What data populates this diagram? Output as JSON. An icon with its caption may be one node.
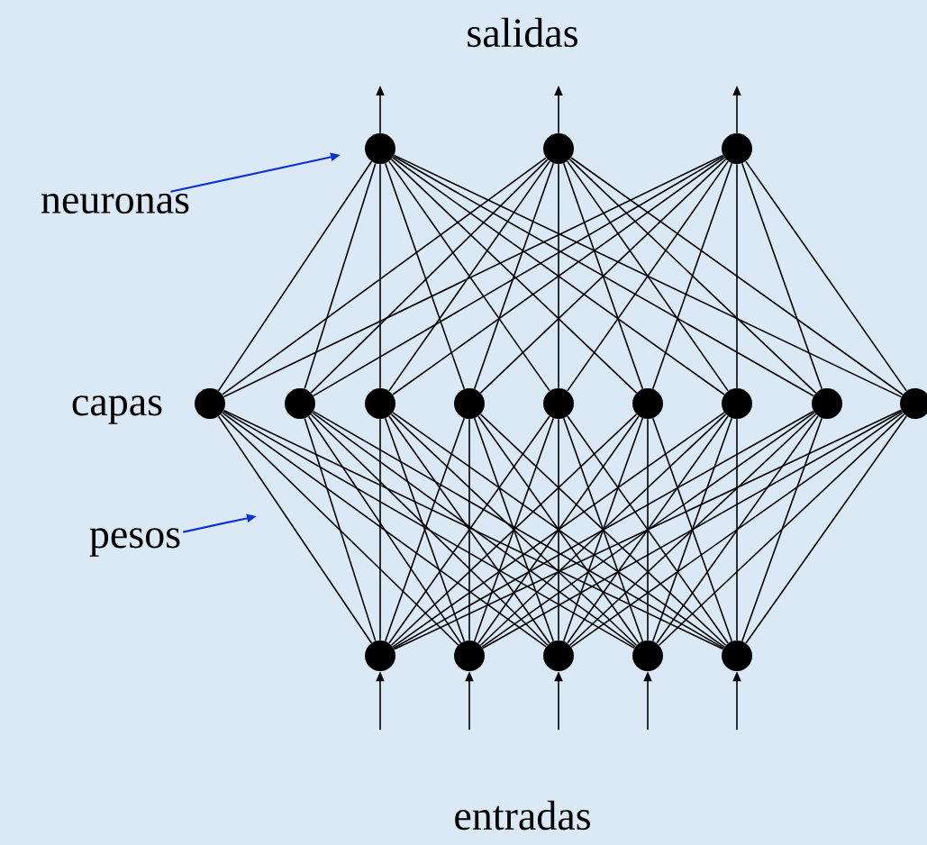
{
  "diagram": {
    "nodes": [
      {
        "text": [
          "neuronas"
        ]
      },
      {
        "text": [
          "pesos"
        ]
      },
      {
        "text": [],
        "shape": "circle"
      },
      {
        "text": [],
        "shape": "circle"
      },
      {
        "text": [],
        "shape": "circle"
      },
      {
        "text": [],
        "shape": "circle"
      },
      {
        "text": [],
        "shape": "circle"
      },
      {
        "text": [],
        "shape": "circle"
      },
      {
        "text": [],
        "shape": "circle"
      },
      {
        "text": [],
        "shape": "circle"
      },
      {
        "text": [],
        "shape": "circle"
      },
      {
        "text": [],
        "shape": "circle"
      },
      {
        "text": [],
        "shape": "circle"
      },
      {
        "text": [],
        "shape": "circle"
      },
      {
        "text": [],
        "shape": "circle"
      },
      {
        "text": [],
        "shape": "circle"
      },
      {
        "text": [],
        "shape": "circle"
      },
      {
        "text": [],
        "shape": "circle"
      },
      {
        "text": [],
        "shape": "circle"
      }
    ],
    "edges": [
      {
        "from": 0,
        "to": null,
        "arrow": "to",
        "color": "#0a32d2"
      },
      {
        "from": 1,
        "to": null,
        "arrow": "to",
        "color": "#0a32d2"
      },
      {
        "from": 2,
        "to": null,
        "arrow": "to"
      },
      {
        "from": 3,
        "to": null,
        "arrow": "to"
      },
      {
        "from": 4,
        "to": null,
        "arrow": "to"
      },
      {
        "from": null,
        "to": 14,
        "arrow": "to"
      },
      {
        "from": null,
        "to": 15,
        "arrow": "to"
      },
      {
        "from": null,
        "to": 16,
        "arrow": "to"
      },
      {
        "from": null,
        "to": 17,
        "arrow": "to"
      },
      {
        "from": null,
        "to": 18,
        "arrow": "to"
      },
      {
        "from": 5,
        "to": 2,
        "arrow": "none"
      },
      {
        "from": 6,
        "to": 2,
        "arrow": "none"
      },
      {
        "from": 7,
        "to": 2,
        "arrow": "none"
      },
      {
        "from": 8,
        "to": 2,
        "arrow": "none"
      },
      {
        "from": 9,
        "to": 2,
        "arrow": "none"
      },
      {
        "from": 10,
        "to": 2,
        "arrow": "none"
      },
      {
        "from": 11,
        "to": 2,
        "arrow": "none"
      },
      {
        "from": 12,
        "to": 2,
        "arrow": "none"
      },
      {
        "from": 13,
        "to": 2,
        "arrow": "none"
      },
      {
        "from": 5,
        "to": 3,
        "arrow": "none"
      },
      {
        "from": 6,
        "to": 3,
        "arrow": "none"
      },
      {
        "from": 7,
        "to": 3,
        "arrow": "none"
      },
      {
        "from": 8,
        "to": 3,
        "arrow": "none"
      },
      {
        "from": 9,
        "to": 3,
        "arrow": "none"
      },
      {
        "from": 10,
        "to": 3,
        "arrow": "none"
      },
      {
        "from": 11,
        "to": 3,
        "arrow": "none"
      },
      {
        "from": 12,
        "to": 3,
        "arrow": "none"
      },
      {
        "from": 13,
        "to": 3,
        "arrow": "none"
      },
      {
        "from": 5,
        "to": 4,
        "arrow": "none"
      },
      {
        "from": 6,
        "to": 4,
        "arrow": "none"
      },
      {
        "from": 7,
        "to": 4,
        "arrow": "none"
      },
      {
        "from": 8,
        "to": 4,
        "arrow": "none"
      },
      {
        "from": 9,
        "to": 4,
        "arrow": "none"
      },
      {
        "from": 10,
        "to": 4,
        "arrow": "none"
      },
      {
        "from": 11,
        "to": 4,
        "arrow": "none"
      },
      {
        "from": 12,
        "to": 4,
        "arrow": "none"
      },
      {
        "from": 13,
        "to": 4,
        "arrow": "none"
      },
      {
        "from": 14,
        "to": 5,
        "arrow": "none"
      },
      {
        "from": 14,
        "to": 6,
        "arrow": "none"
      },
      {
        "from": 14,
        "to": 7,
        "arrow": "none"
      },
      {
        "from": 14,
        "to": 8,
        "arrow": "none"
      },
      {
        "from": 14,
        "to": 9,
        "arrow": "none"
      },
      {
        "from": 14,
        "to": 10,
        "arrow": "none"
      },
      {
        "from": 14,
        "to": 11,
        "arrow": "none"
      },
      {
        "from": 14,
        "to": 12,
        "arrow": "none"
      },
      {
        "from": 14,
        "to": 13,
        "arrow": "none"
      },
      {
        "from": 15,
        "to": 5,
        "arrow": "none"
      },
      {
        "from": 15,
        "to": 6,
        "arrow": "none"
      },
      {
        "from": 15,
        "to": 7,
        "arrow": "none"
      },
      {
        "from": 15,
        "to": 8,
        "arrow": "none"
      },
      {
        "from": 15,
        "to": 9,
        "arrow": "none"
      },
      {
        "from": 15,
        "to": 10,
        "arrow": "none"
      },
      {
        "from": 15,
        "to": 11,
        "arrow": "none"
      },
      {
        "from": 15,
        "to": 12,
        "arrow": "none"
      },
      {
        "from": 15,
        "to": 13,
        "arrow": "none"
      },
      {
        "from": 16,
        "to": 5,
        "arrow": "none"
      },
      {
        "from": 16,
        "to": 6,
        "arrow": "none"
      },
      {
        "from": 16,
        "to": 7,
        "arrow": "none"
      },
      {
        "from": 16,
        "to": 8,
        "arrow": "none"
      },
      {
        "from": 16,
        "to": 9,
        "arrow": "none"
      },
      {
        "from": 16,
        "to": 10,
        "arrow": "none"
      },
      {
        "from": 16,
        "to": 11,
        "arrow": "none"
      },
      {
        "from": 16,
        "to": 12,
        "arrow": "none"
      },
      {
        "from": 16,
        "to": 13,
        "arrow": "none"
      },
      {
        "from": 17,
        "to": 5,
        "arrow": "none"
      },
      {
        "from": 17,
        "to": 6,
        "arrow": "none"
      },
      {
        "from": 17,
        "to": 7,
        "arrow": "none"
      },
      {
        "from": 17,
        "to": 8,
        "arrow": "none"
      },
      {
        "from": 17,
        "to": 9,
        "arrow": "none"
      },
      {
        "from": 17,
        "to": 10,
        "arrow": "none"
      },
      {
        "from": 17,
        "to": 11,
        "arrow": "none"
      },
      {
        "from": 17,
        "to": 12,
        "arrow": "none"
      },
      {
        "from": 17,
        "to": 13,
        "arrow": "none"
      },
      {
        "from": 18,
        "to": 5,
        "arrow": "none"
      },
      {
        "from": 18,
        "to": 6,
        "arrow": "none"
      },
      {
        "from": 18,
        "to": 7,
        "arrow": "none"
      },
      {
        "from": 18,
        "to": 8,
        "arrow": "none"
      },
      {
        "from": 18,
        "to": 9,
        "arrow": "none"
      },
      {
        "from": 18,
        "to": 10,
        "arrow": "none"
      },
      {
        "from": 18,
        "to": 11,
        "arrow": "none"
      },
      {
        "from": 18,
        "to": 12,
        "arrow": "none"
      },
      {
        "from": 18,
        "to": 13,
        "arrow": "none"
      }
    ],
    "labels": [
      "salidas",
      "capas",
      "entradas"
    ]
  }
}
